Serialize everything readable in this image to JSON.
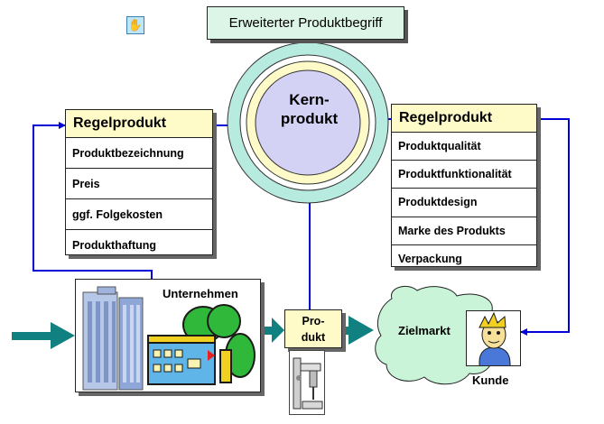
{
  "title": "Erweiterter Produktbegriff",
  "kernprodukt": {
    "line1": "Kern-",
    "line2": "produkt"
  },
  "left_regel": {
    "header": "Regelprodukt",
    "rows": [
      "Produktbezeichnung",
      "Preis",
      "ggf. Folgekosten",
      "Produkthaftung"
    ]
  },
  "right_regel": {
    "header": "Regelprodukt",
    "rows": [
      "Produktqualität",
      "Produktfunktionalität",
      "Produktdesign",
      "Marke des Produkts",
      "Verpackung"
    ]
  },
  "unternehmen": "Unternehmen",
  "produkt": {
    "line1": "Pro-",
    "line2": "dukt"
  },
  "zielmarkt": "Zielmarkt",
  "kunde": "Kunde",
  "icons": {
    "hand": "hand-icon"
  },
  "colors": {
    "connector": "#0000d6",
    "title_line": "#e01010",
    "flow_arrow": "#108080",
    "outer_ring": "#b8ebe0",
    "middle_ring": "#fffbc8",
    "core": "#d4d2f4",
    "zielmarkt_fill": "#c9f4d8"
  }
}
